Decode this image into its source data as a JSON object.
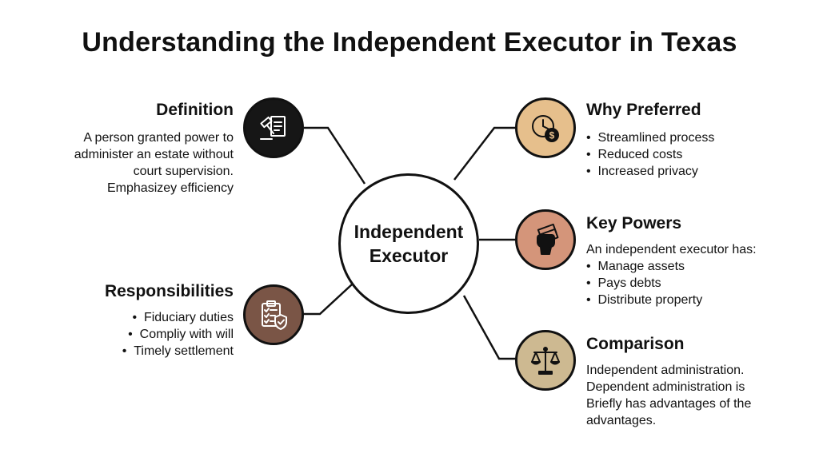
{
  "title": "Understanding the Independent Executor in Texas",
  "hub": {
    "line1": "Independent",
    "line2": "Executor"
  },
  "nodes": {
    "definition": {
      "heading": "Definition",
      "lines": [
        "A person granted power to",
        "administer an estate without",
        "court supervision.",
        "Emphasizey efficiency"
      ],
      "icon": "gavel-document-icon",
      "color": "#161616"
    },
    "responsibilities": {
      "heading": "Responsibilities",
      "items": [
        "Fiduciary duties",
        "Compliy with will",
        "Timely settlement"
      ],
      "icon": "clipboard-shield-icon",
      "color": "#7a5546"
    },
    "why_preferred": {
      "heading": "Why Preferred",
      "items": [
        "Streamlined process",
        "Reduced costs",
        "Increased privacy"
      ],
      "icon": "clock-dollar-icon",
      "color": "#e6bf8c"
    },
    "key_powers": {
      "heading": "Key Powers",
      "intro": "An independent executor has:",
      "items": [
        "Manage assets",
        "Pays debts",
        "Distribute property"
      ],
      "icon": "fist-money-icon",
      "color": "#d4957a"
    },
    "comparison": {
      "heading": "Comparison",
      "lines": [
        "Independent administration.",
        "Dependent administration is",
        "Briefly has advantages of the",
        "advantages."
      ],
      "icon": "scales-icon",
      "color": "#cdb991"
    }
  }
}
